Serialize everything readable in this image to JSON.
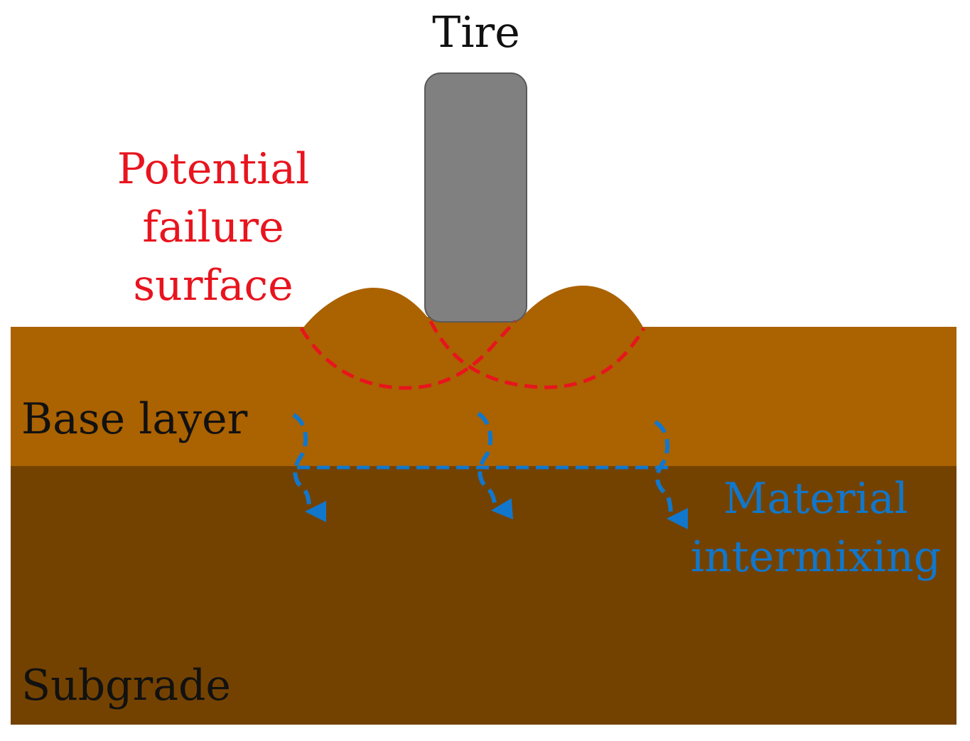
{
  "labels": {
    "tire": "Tire",
    "failure_line1": "Potential",
    "failure_line2": "failure",
    "failure_line3": "surface",
    "base_layer": "Base layer",
    "subgrade": "Subgrade",
    "intermix_line1": "Material",
    "intermix_line2": "intermixing"
  },
  "colors": {
    "base_layer": "#ab6200",
    "subgrade": "#744200",
    "tire": "#808080",
    "tire_outline": "#5a5a5a",
    "failure_surface": "#e8141e",
    "intermixing": "#1177cc",
    "text": "#111111"
  }
}
